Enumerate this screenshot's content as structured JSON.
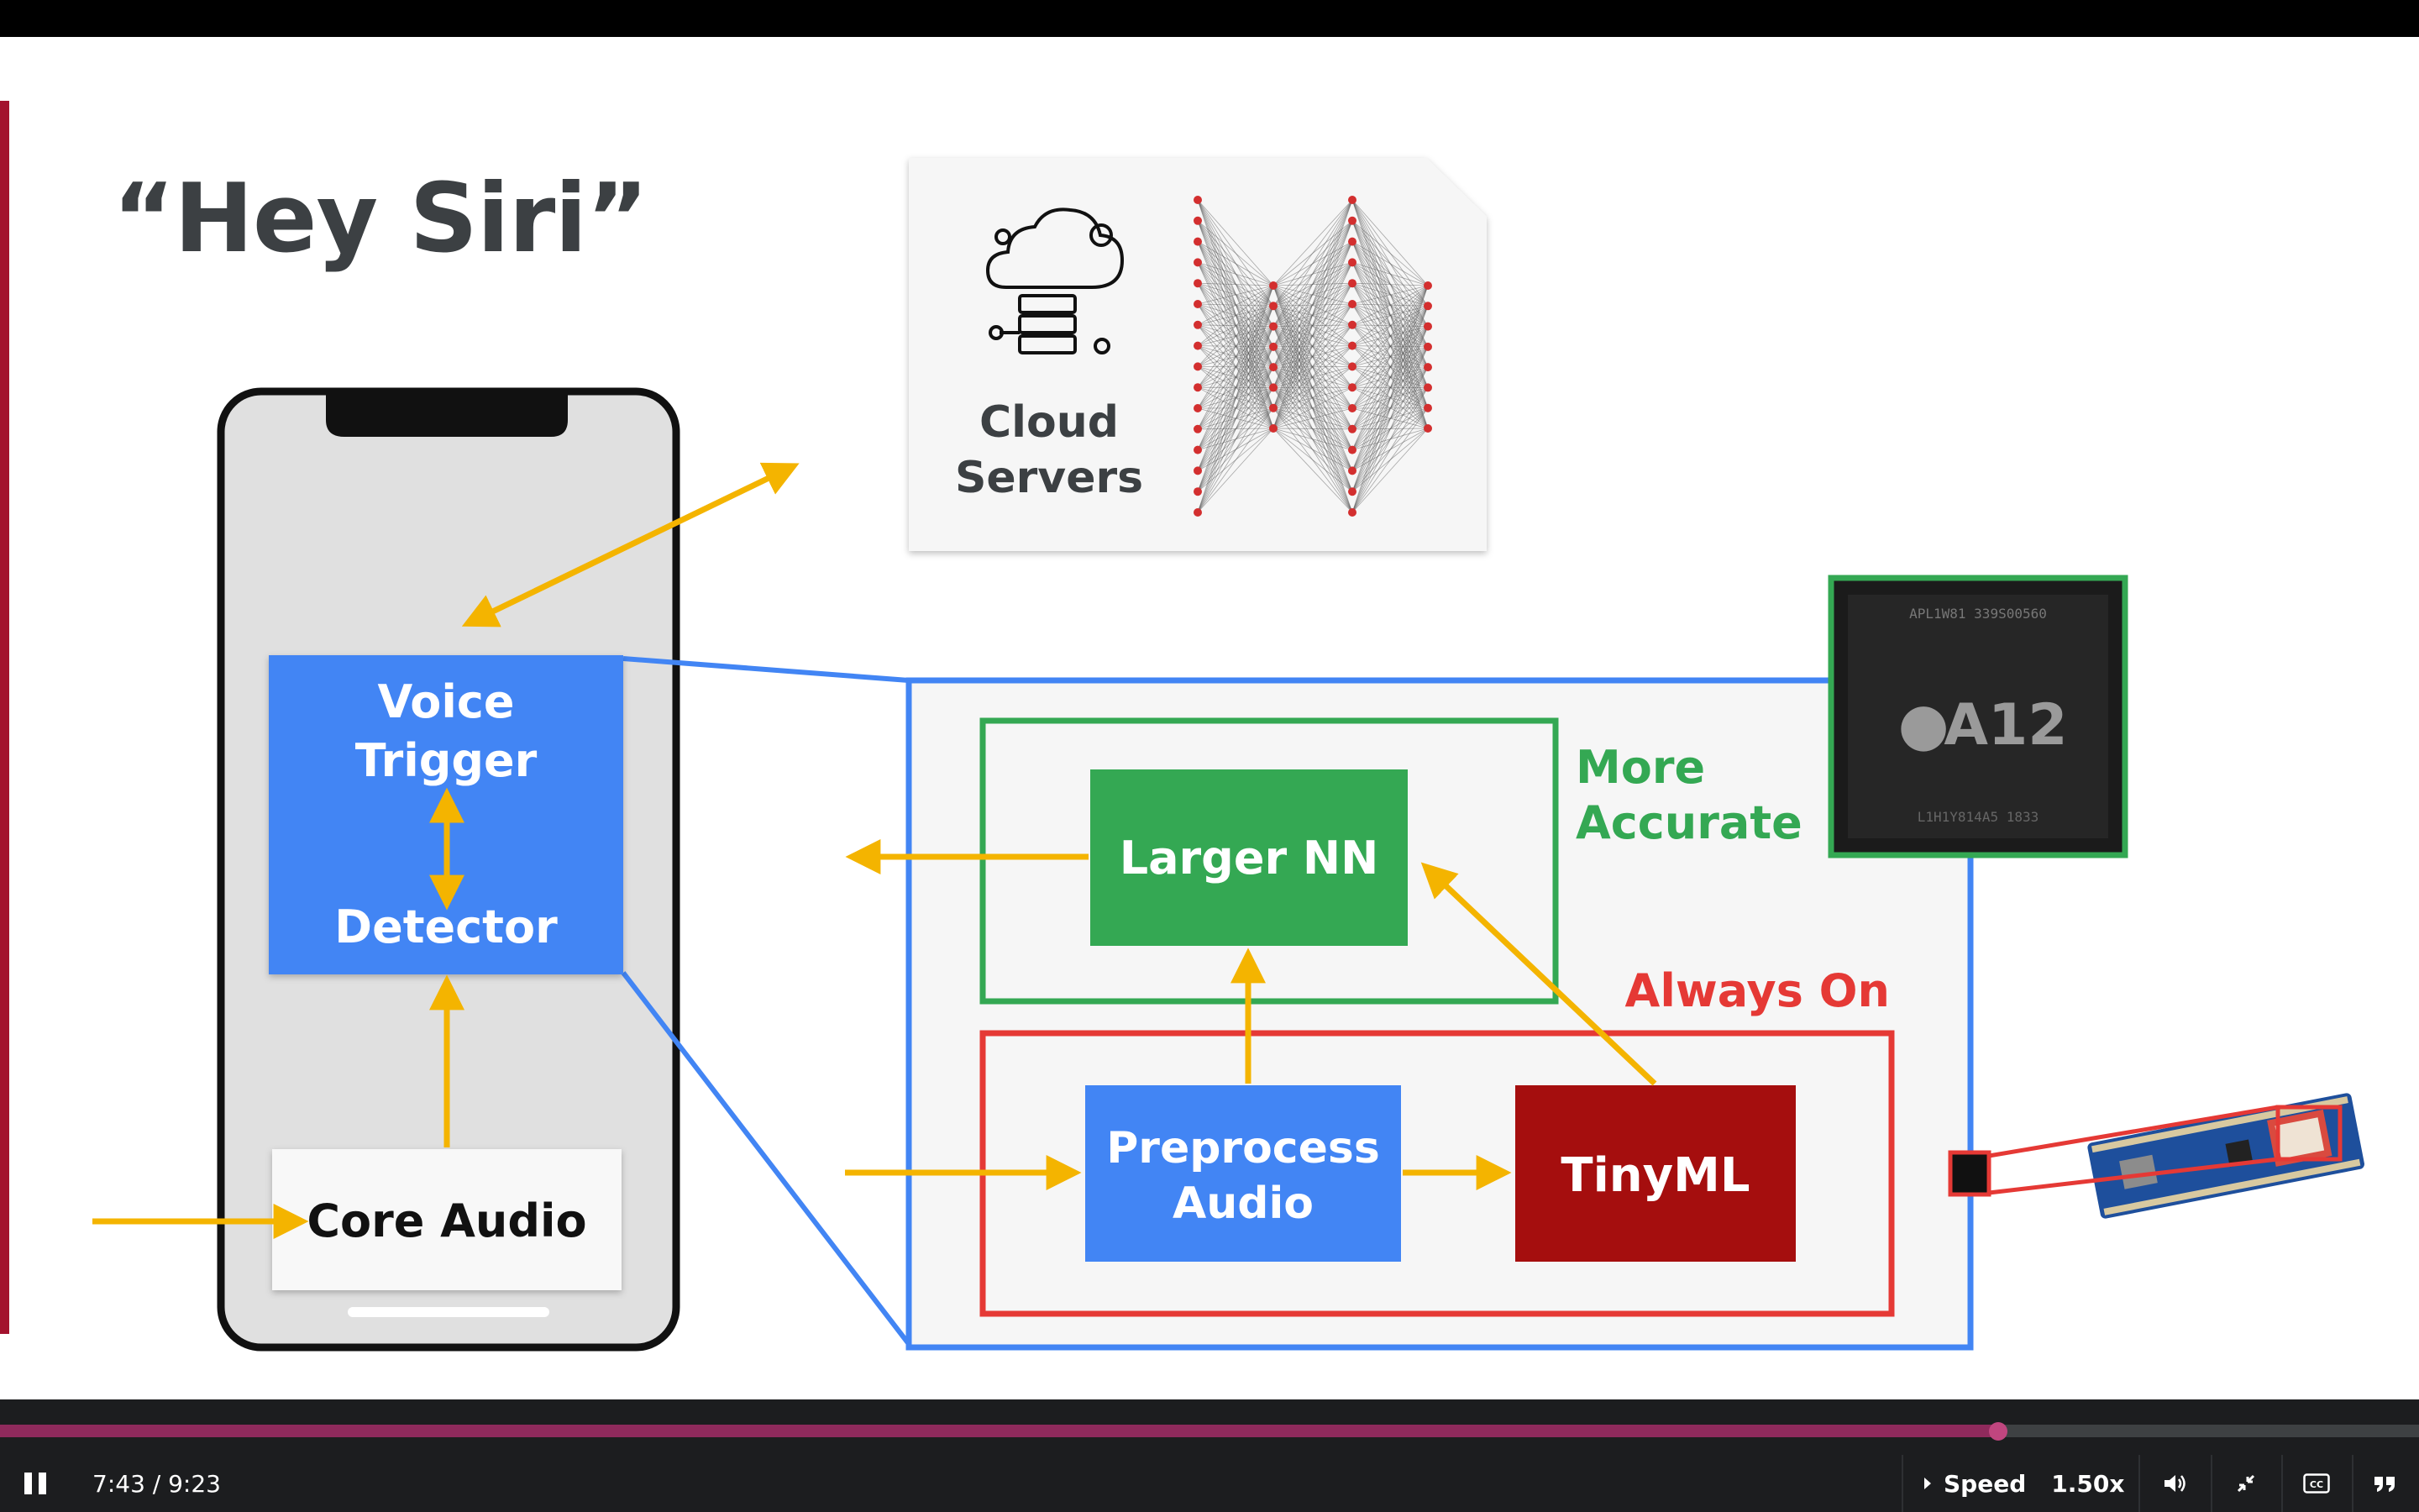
{
  "slide": {
    "title": "“Hey Siri”",
    "cloud_label_line1": "Cloud",
    "cloud_label_line2": "Servers",
    "voice_trigger_line1": "Voice",
    "voice_trigger_line2": "Trigger",
    "detector_label": "Detector",
    "core_audio_label": "Core Audio",
    "larger_nn_label": "Larger NN",
    "more_accurate_line1": "More",
    "more_accurate_line2": "Accurate",
    "always_on_label": "Always On",
    "preprocess_line1": "Preprocess",
    "preprocess_line2": "Audio",
    "tinyml_label": "TinyML",
    "chip_label": "A12",
    "colors": {
      "blue": "#4285f4",
      "green": "#34a853",
      "red": "#e53935",
      "dark_red": "#a50e0e",
      "arrow": "#f4b400",
      "accent": "#a3122e"
    }
  },
  "player": {
    "time_display": "7:43 / 9:23",
    "progress": 0.826,
    "speed_label": "Speed",
    "speed_value": "1.50x",
    "icons": [
      "pause-icon",
      "speed-caret-icon",
      "volume-icon",
      "minimize-icon",
      "captions-icon",
      "transcript-icon"
    ]
  }
}
